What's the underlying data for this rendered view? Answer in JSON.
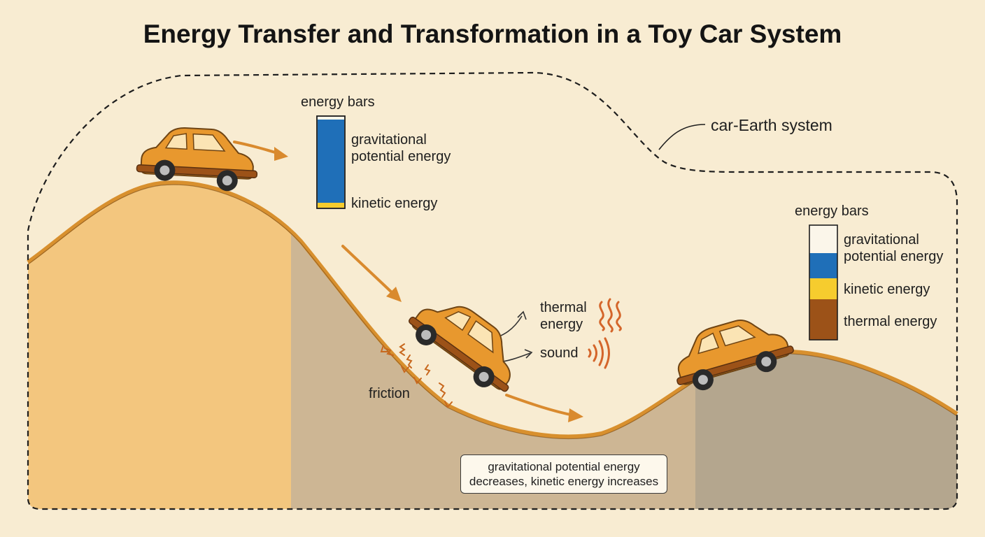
{
  "title": "Energy Transfer and Transformation in a Toy Car System",
  "system_label": "car-Earth system",
  "bars_top": {
    "heading": "energy bars",
    "gpe_label": "gravitational\npotential energy",
    "ke_label": "kinetic energy",
    "gpe_fraction": 0.95,
    "ke_fraction": 0.05
  },
  "bars_right": {
    "heading": "energy bars",
    "gpe_label": "gravitational\npotential energy",
    "ke_label": "kinetic energy",
    "thermal_label": "thermal energy"
  },
  "slope_labels": {
    "thermal": "thermal\nenergy",
    "sound": "sound",
    "friction": "friction"
  },
  "callout": {
    "line1": "gravitational potential energy",
    "line2": "decreases, kinetic energy increases"
  },
  "colors": {
    "background": "#f8ecd2",
    "hill_left": "#f3c67e",
    "hill_mid": "#cdb694",
    "hill_right": "#b4a68e",
    "track": "#d8902e",
    "car_body": "#e8982e",
    "gpe": "#1f6fb8",
    "kinetic": "#f6cc2e",
    "thermal": "#9c5218",
    "arrow": "#d98a2e"
  }
}
